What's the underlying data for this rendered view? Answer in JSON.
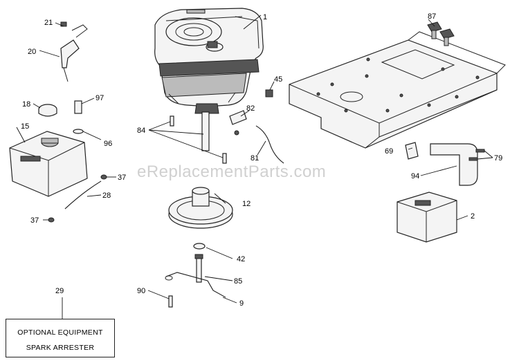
{
  "watermark": "eReplacementParts.com",
  "callouts": {
    "c1": "1",
    "c2": "2",
    "c9": "9",
    "c12": "12",
    "c15": "15",
    "c18": "18",
    "c20": "20",
    "c21": "21",
    "c28": "28",
    "c29": "29",
    "c37a": "37",
    "c37b": "37",
    "c42": "42",
    "c45": "45",
    "c69": "69",
    "c79": "79",
    "c81": "81",
    "c82": "82",
    "c84": "84",
    "c85": "85",
    "c87": "87",
    "c90": "90",
    "c94": "94",
    "c96": "96",
    "c97": "97"
  },
  "note": {
    "line1": "OPTIONAL EQUIPMENT",
    "line2": "SPARK ARRESTER"
  }
}
